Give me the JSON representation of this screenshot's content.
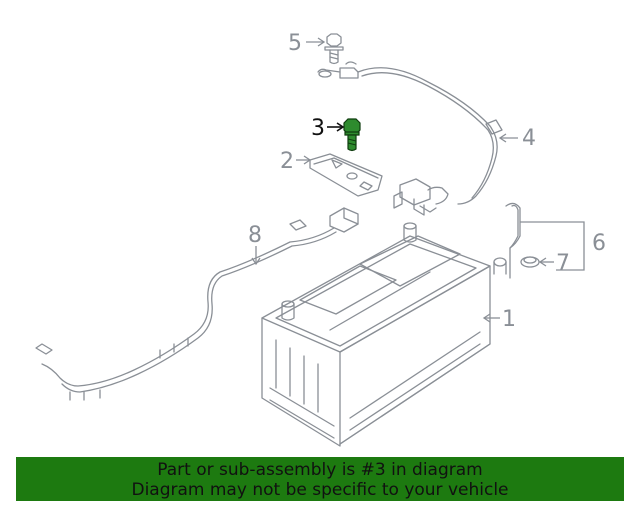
{
  "callouts": {
    "c1": "1",
    "c2": "2",
    "c3": "3",
    "c4": "4",
    "c5": "5",
    "c6": "6",
    "c7": "7",
    "c8": "8"
  },
  "highlight_part": "3",
  "colors": {
    "highlight_part": "#2e8b2e",
    "banner": "#1d7a10",
    "line_art": "#8a8f96"
  },
  "banner": {
    "line1": "Part or sub-assembly is #3 in diagram",
    "line2": "Diagram may not be specific to your vehicle"
  }
}
